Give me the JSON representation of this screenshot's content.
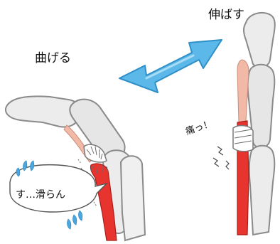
{
  "labels": {
    "bend": "曲げる",
    "stretch": "伸ばす",
    "pain": "痛っ！",
    "slip": "す…滑らん"
  },
  "colors": {
    "bone_fill": "#ececec",
    "bone_outline": "#8a8a8a",
    "tendon_red": "#e8342e",
    "tendon_light": "#f2b9a6",
    "arrow_fill": "#5bb8e8",
    "arrow_edge": "#2f8fc8",
    "sweat_blue": "#4aa7e0"
  },
  "icons": [
    "double-arrow-icon",
    "sweat-drops-icon",
    "pain-marks-icon"
  ]
}
